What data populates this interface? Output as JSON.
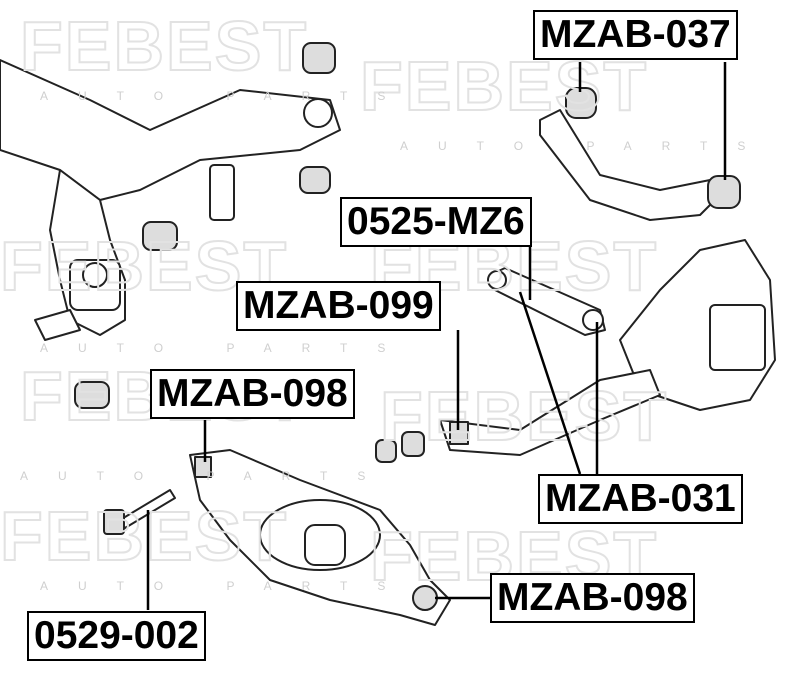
{
  "watermark": {
    "brand": "FEBEST",
    "sub": "AUTO PARTS"
  },
  "labels": {
    "l1": "MZAB-037",
    "l2": "0525-MZ6",
    "l3": "MZAB-099",
    "l4": "MZAB-098",
    "l5": "MZAB-031",
    "l6": "MZAB-098",
    "l7": "0529-002"
  }
}
